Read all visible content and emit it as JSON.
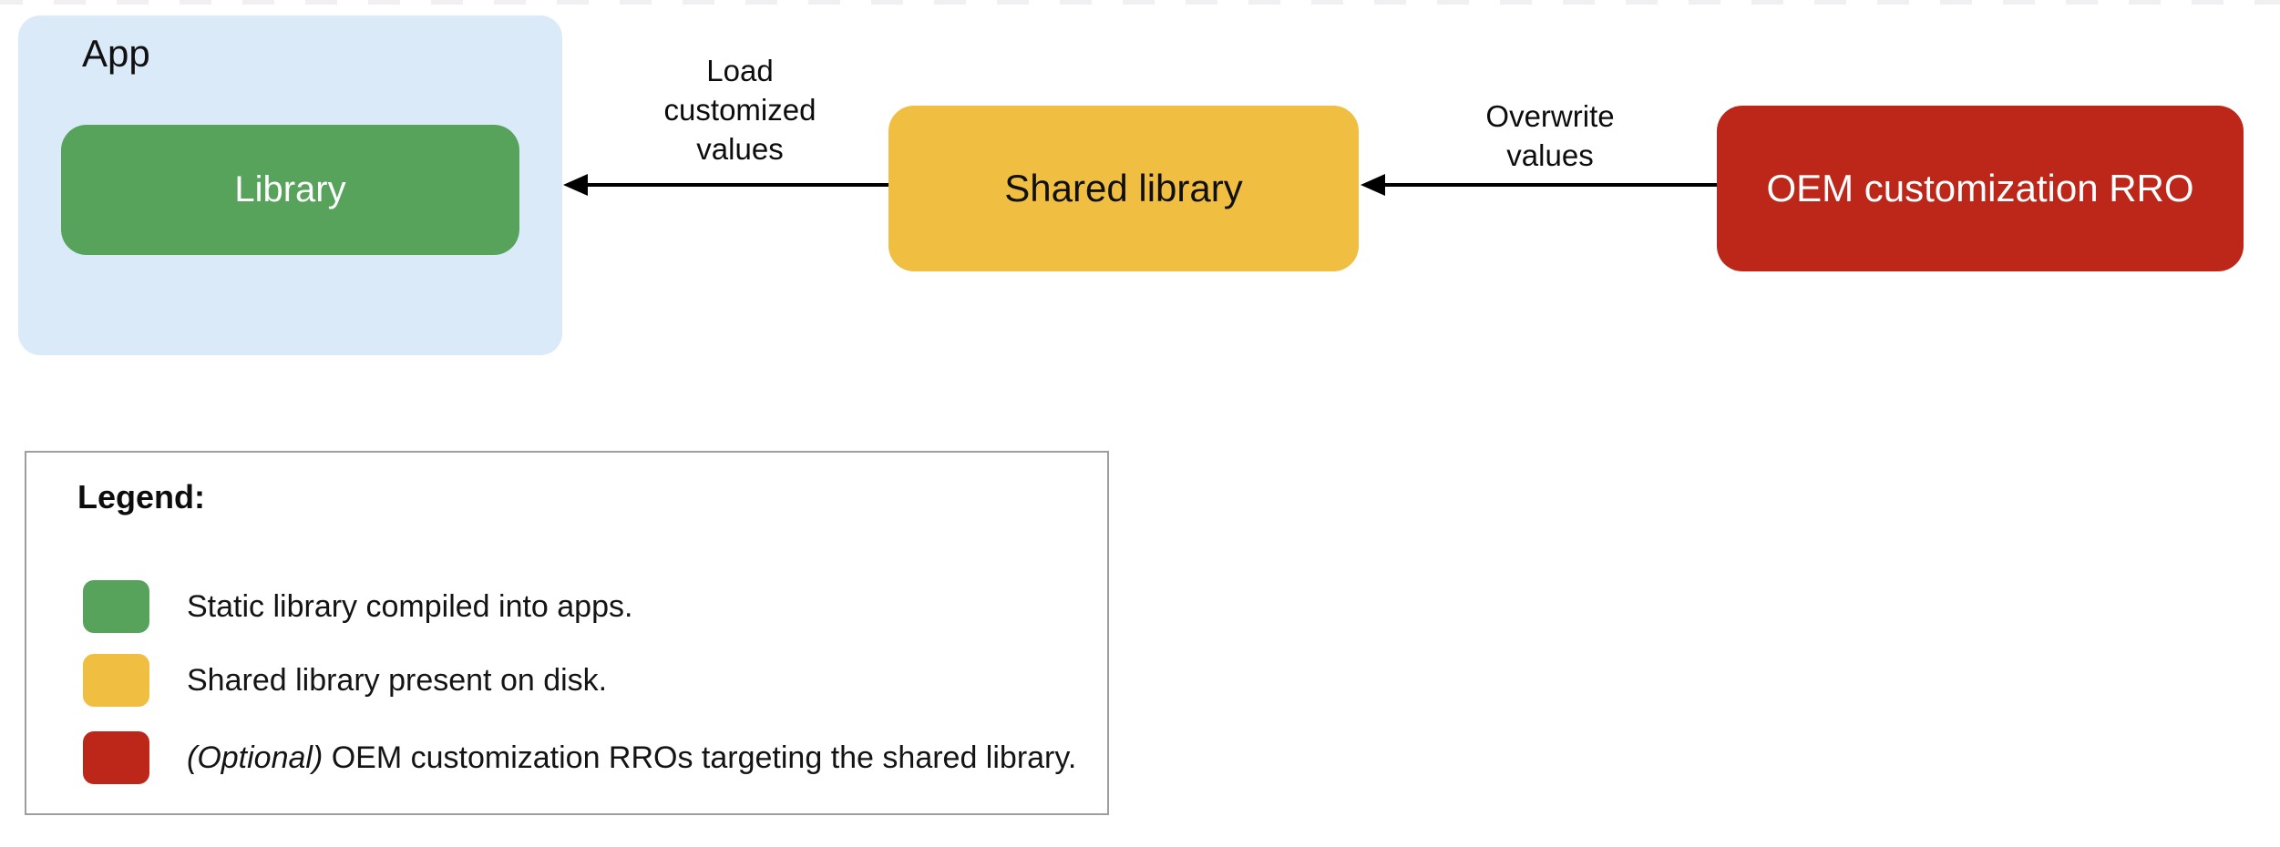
{
  "diagram": {
    "app_box": {
      "label": "App"
    },
    "library_box": {
      "label": "Library"
    },
    "shared_library_box": {
      "label": "Shared library"
    },
    "oem_rro_box": {
      "label": "OEM customization RRO"
    },
    "arrow_load": {
      "label": "Load customized values"
    },
    "arrow_overwrite": {
      "label": "Overwrite values"
    }
  },
  "legend": {
    "title": "Legend:",
    "items": [
      {
        "swatch_color": "#58A35C",
        "prefix_italic": "",
        "text": "Static library compiled into apps."
      },
      {
        "swatch_color": "#F0BF42",
        "prefix_italic": "",
        "text": "Shared library present on disk."
      },
      {
        "swatch_color": "#BC271A",
        "prefix_italic": "(Optional)",
        "text": " OEM customization RROs targeting the shared library."
      }
    ]
  },
  "colors": {
    "app_container_blue": "#DAEAF9",
    "library_green": "#58A35C",
    "shared_yellow": "#F0BF42",
    "rro_red": "#BC271A",
    "arrow_black": "#000000",
    "legend_border_gray": "#9E9E9E",
    "top_dashes_gray": "#F0F0F3"
  }
}
